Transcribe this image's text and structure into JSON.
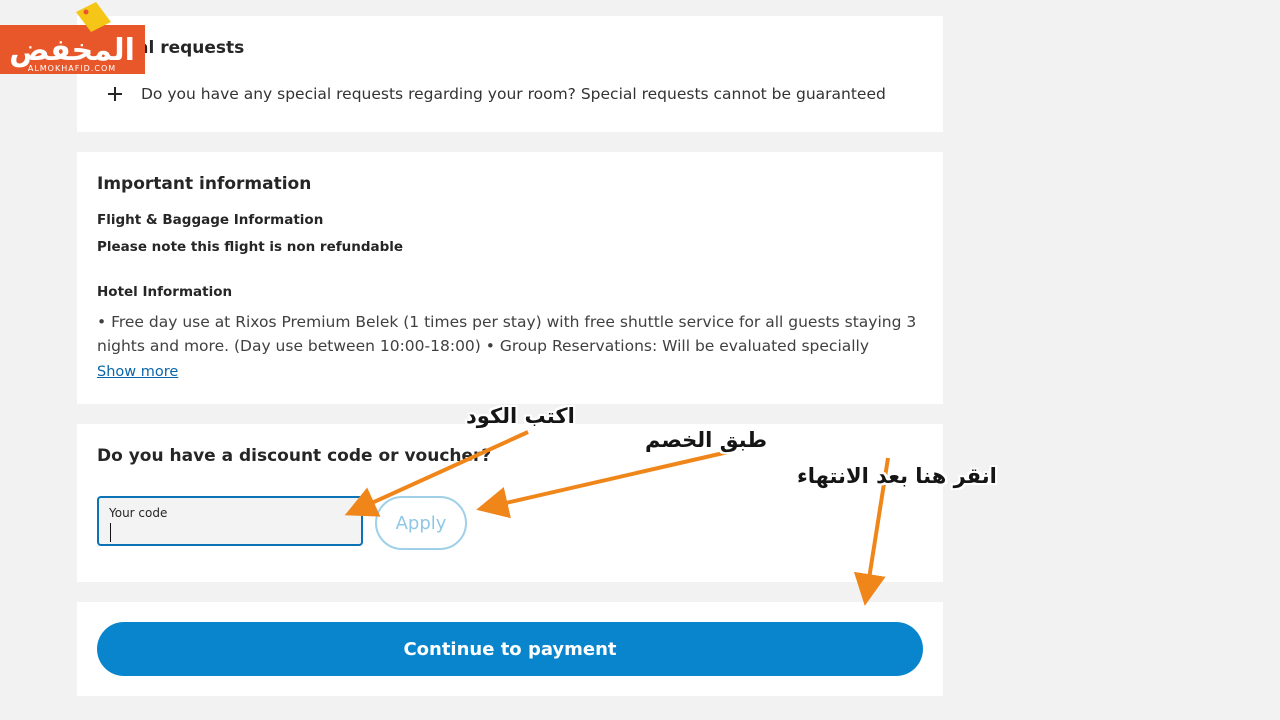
{
  "logo": {
    "brand_text": "المخفض",
    "domain_text": "ALMOKHAFID.COM",
    "color": "#e8572a"
  },
  "special_requests": {
    "title_visible": "al requests",
    "toggle_text": "Do you have any special requests regarding your room? Special requests cannot be guaranteed",
    "icon": "plus-icon"
  },
  "important_info": {
    "title": "Important information",
    "flight_heading": "Flight & Baggage Information",
    "flight_note": "Please note this flight is non refundable",
    "hotel_heading": "Hotel Information",
    "hotel_text": "• Free day use at Rixos Premium Belek (1 times per stay) with free shuttle service for all guests staying 3 nights and more. (Day use between 10:00-18:00) • Group Reservations: Will be evaluated specially according to",
    "show_more": "Show more"
  },
  "discount": {
    "title": "Do you have a discount code or voucher?",
    "code_label": "Your code",
    "code_value": "",
    "apply_label": "Apply"
  },
  "continue_button": {
    "label": "Continue to payment"
  },
  "annotations": {
    "write_code": "اكتب الكود",
    "apply_discount": "طبق الخصم",
    "click_when_done": "انقر هنا بعد الانتهاء",
    "arrow_color": "#f0861a"
  },
  "colors": {
    "page_bg": "#f2f2f2",
    "primary": "#0885cc",
    "input_border": "#0a72b5",
    "apply_disabled": "#8ec8e6",
    "link": "#0a66a8"
  }
}
